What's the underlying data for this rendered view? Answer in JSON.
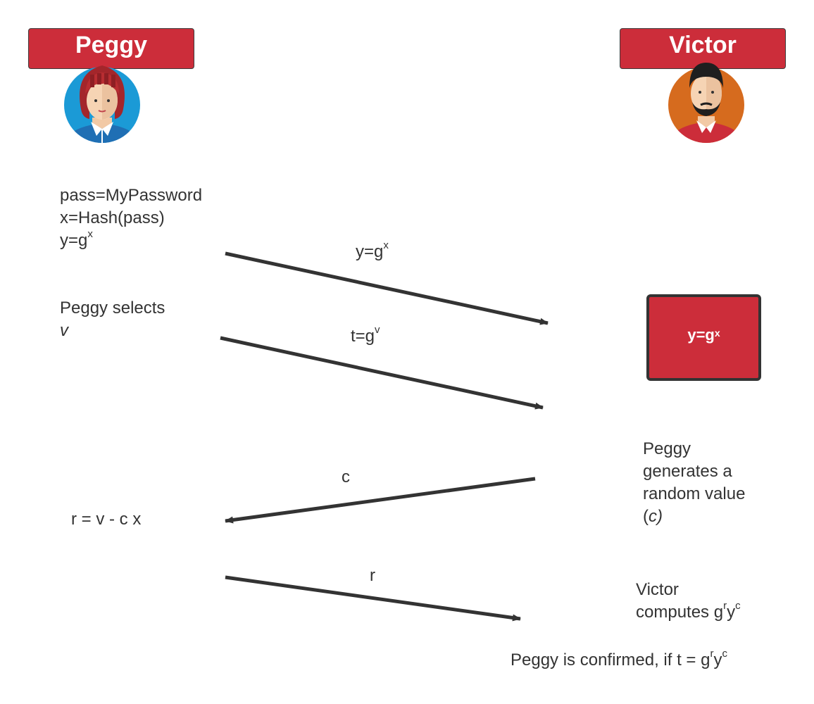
{
  "colors": {
    "banner": "#cc2d3a",
    "arrow": "#333333",
    "peggy_bg": "#1b9ad6",
    "victor_bg": "#d66b1e"
  },
  "peggy": {
    "name": "Peggy",
    "avatar_icon": "woman-avatar-icon"
  },
  "victor": {
    "name": "Victor",
    "avatar_icon": "man-avatar-icon"
  },
  "setup": {
    "line1": "pass=MyPassword",
    "line2": "x=Hash(pass)",
    "line3_base": "y=g",
    "line3_sup": "x"
  },
  "select": {
    "line1": "Peggy selects",
    "line2": "v"
  },
  "messages": {
    "m1_base": "y=g",
    "m1_sup": "x",
    "m2_base": "t=g",
    "m2_sup": "v",
    "m3": "c",
    "m4": "r"
  },
  "victor_box": {
    "base": "y=g",
    "sup": "x"
  },
  "random": {
    "line1": "Peggy",
    "line2": "generates a",
    "line3": "random value",
    "line4_open": "(",
    "line4_var": "c",
    "line4_close": ")"
  },
  "response": "r = v - c x",
  "compute": {
    "line1": "Victor",
    "line2_base": "computes g",
    "line2_sup1": "r",
    "line2_mid": "y",
    "line2_sup2": "c"
  },
  "confirm": {
    "base": "Peggy is confirmed,  if t = g",
    "sup1": "r",
    "mid": "y",
    "sup2": "c"
  }
}
